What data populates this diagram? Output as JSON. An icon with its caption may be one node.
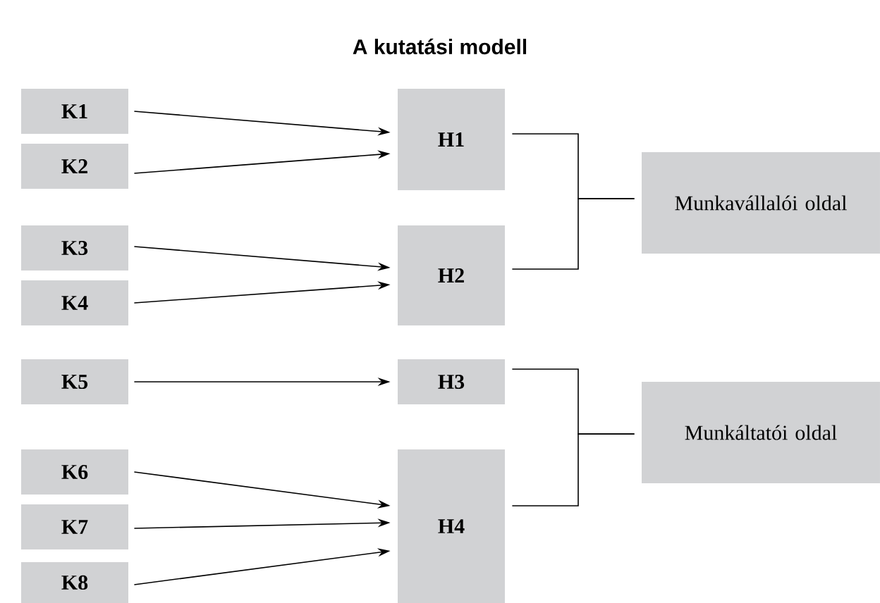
{
  "diagram": {
    "title": "A kutatási modell",
    "nodes": [
      {
        "text": [
          "K1"
        ]
      },
      {
        "text": [
          "K2"
        ]
      },
      {
        "text": [
          "K3"
        ]
      },
      {
        "text": [
          "K4"
        ]
      },
      {
        "text": [
          "K5"
        ]
      },
      {
        "text": [
          "K6"
        ]
      },
      {
        "text": [
          "K7"
        ]
      },
      {
        "text": [
          "K8"
        ]
      },
      {
        "text": [
          "H1"
        ]
      },
      {
        "text": [
          "H2"
        ]
      },
      {
        "text": [
          "H3"
        ]
      },
      {
        "text": [
          "H4"
        ]
      },
      {
        "text": [
          "Munkavállalói oldal"
        ]
      },
      {
        "text": [
          "Munkáltatói oldal"
        ]
      }
    ],
    "edges": [
      {
        "from": 0,
        "to": 8,
        "arrow": "to"
      },
      {
        "from": 1,
        "to": 8,
        "arrow": "to"
      },
      {
        "from": 2,
        "to": 9,
        "arrow": "to"
      },
      {
        "from": 3,
        "to": 9,
        "arrow": "to"
      },
      {
        "from": 4,
        "to": 10,
        "arrow": "to"
      },
      {
        "from": 5,
        "to": 11,
        "arrow": "to"
      },
      {
        "from": 6,
        "to": 11,
        "arrow": "to"
      },
      {
        "from": 7,
        "to": 11,
        "arrow": "to"
      },
      {
        "from": 8,
        "to": 12,
        "arrow": "none"
      },
      {
        "from": 9,
        "to": 12,
        "arrow": "none"
      },
      {
        "from": 10,
        "to": 13,
        "arrow": "none"
      },
      {
        "from": 11,
        "to": 13,
        "arrow": "none"
      }
    ]
  }
}
